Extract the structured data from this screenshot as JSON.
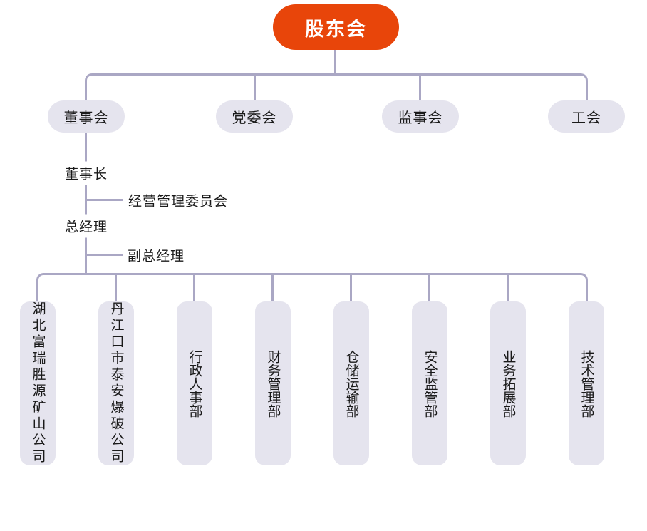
{
  "org_chart": {
    "root": {
      "label": "股东会"
    },
    "level2": [
      {
        "label": "董事会"
      },
      {
        "label": "党委会"
      },
      {
        "label": "监事会"
      },
      {
        "label": "工会"
      }
    ],
    "middle_labels": {
      "chairman": "董事长",
      "management_committee": "经营管理委员会",
      "general_manager": "总经理",
      "deputy_general_manager": "副总经理"
    },
    "departments": [
      {
        "label": "湖北富瑞胜源矿山公司"
      },
      {
        "label": "丹江口市泰安爆破公司"
      },
      {
        "label": "行政人事部"
      },
      {
        "label": "财务管理部"
      },
      {
        "label": "仓储运输部"
      },
      {
        "label": "安全监管部"
      },
      {
        "label": "业务拓展部"
      },
      {
        "label": "技术管理部"
      }
    ],
    "colors": {
      "root_bg": "#E8450A",
      "root_text": "#FFFFFF",
      "node_bg": "#E5E4EE",
      "node_text": "#1A1A1A",
      "line": "#AAA7C4",
      "background": "#FFFFFF"
    }
  }
}
